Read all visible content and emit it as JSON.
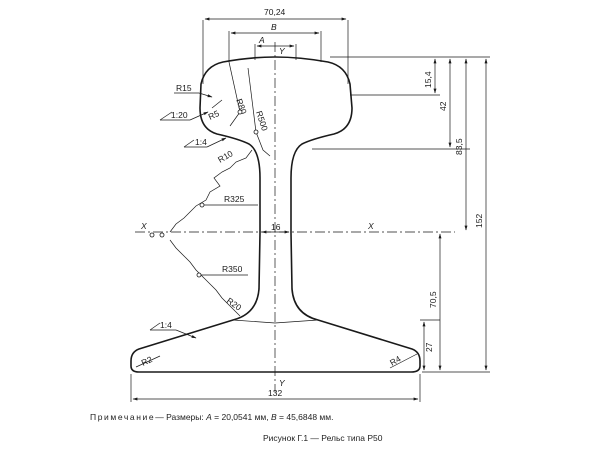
{
  "dimensions": {
    "top_width": "70,24",
    "b_label": "B",
    "a_label": "A",
    "y_top": "Y",
    "y_bottom": "Y",
    "x_left": "X",
    "x_right": "X",
    "web": "16",
    "base_width": "132",
    "head_height": "15,4",
    "neck_height": "42",
    "head_to_web": "83,5",
    "total_height": "152",
    "base_to_axis": "70,5",
    "base_thickness": "27"
  },
  "radii": {
    "r15": "R15",
    "r5": "R5",
    "r80": "R80",
    "r500": "R500",
    "r10": "R10",
    "r325": "R325",
    "r350": "R350",
    "r20": "R20",
    "r2": "R2",
    "r4": "R4"
  },
  "slopes": {
    "s1": "1:20",
    "s2": "1:4",
    "s3": "1:4"
  },
  "note": {
    "prefix": "Примечание",
    "dash": "—",
    "text1": " Размеры: ",
    "a": "A",
    "eq1": " = 20,0541 мм, ",
    "b": "B",
    "eq2": " = 45,6848 мм."
  },
  "caption": "Рисунок Г.1 — Рельс типа Р50"
}
